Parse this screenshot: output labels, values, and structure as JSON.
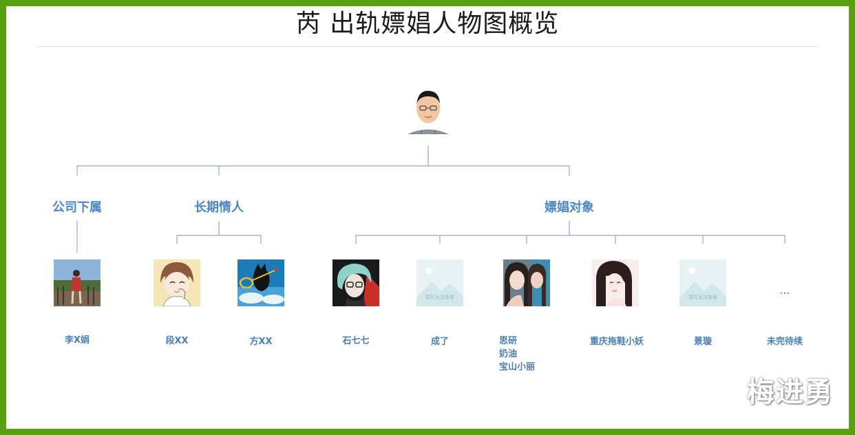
{
  "title": "芮 出轨嫖娼人物图概览",
  "categories": [
    {
      "label": "公司下属"
    },
    {
      "label": "长期情人"
    },
    {
      "label": "嫖娼对象"
    }
  ],
  "leaves": [
    {
      "label": "李X娟"
    },
    {
      "label": "段XX"
    },
    {
      "label": "方XX"
    },
    {
      "label": "石七七"
    },
    {
      "label": "成了",
      "placeholder_text": "暂时无法查看"
    },
    {
      "lines": [
        "思研",
        "奶油",
        "宝山小丽"
      ]
    },
    {
      "label": "重庆拖鞋小妖"
    },
    {
      "label": "景璇",
      "placeholder_text": "暂时无法查看"
    },
    {
      "label": "未完待续",
      "marker": "..."
    }
  ],
  "watermark": "梅进勇",
  "colors": {
    "border": "#5aa012",
    "label": "#4a86c8",
    "connector": "#8fa6c4"
  }
}
